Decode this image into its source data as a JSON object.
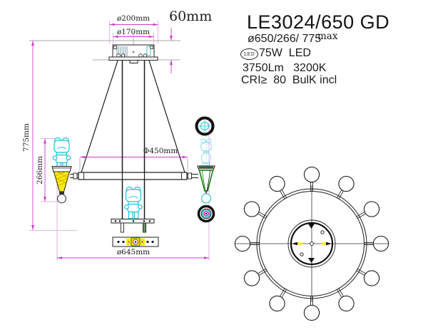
{
  "title_block": {
    "model": "LE3024/650 GD",
    "size_spec": "ø650/266/ 775",
    "size_max_label": "max",
    "led_badge_label": "LED",
    "power_spec": "75W  LED",
    "flux_spec": "3750Lm   3200K",
    "cri_spec": "CRI≥  80  BulK incl"
  },
  "dimensions": {
    "canopy_outer_diameter": "ø200mm",
    "canopy_inner_diameter": "ø170mm",
    "canopy_height": "60mm",
    "overall_height": "775mm",
    "pendant_drop_height": "266mm",
    "cable_span_diameter": "Φ450mm",
    "overall_diameter": "ø645mm"
  },
  "top_view": {
    "bulb_count": 12
  },
  "colors": {
    "line_black": "#1c1c1c",
    "dimension_magenta": "#cb3fcb",
    "extension_pink": "#de9ade",
    "accent_cyan": "#1ec4d6",
    "accent_cyan_light": "#8ae0ea",
    "accent_yellow": "#ffec00",
    "accent_green": "#157a15",
    "accent_magenta": "#c42fb4"
  }
}
